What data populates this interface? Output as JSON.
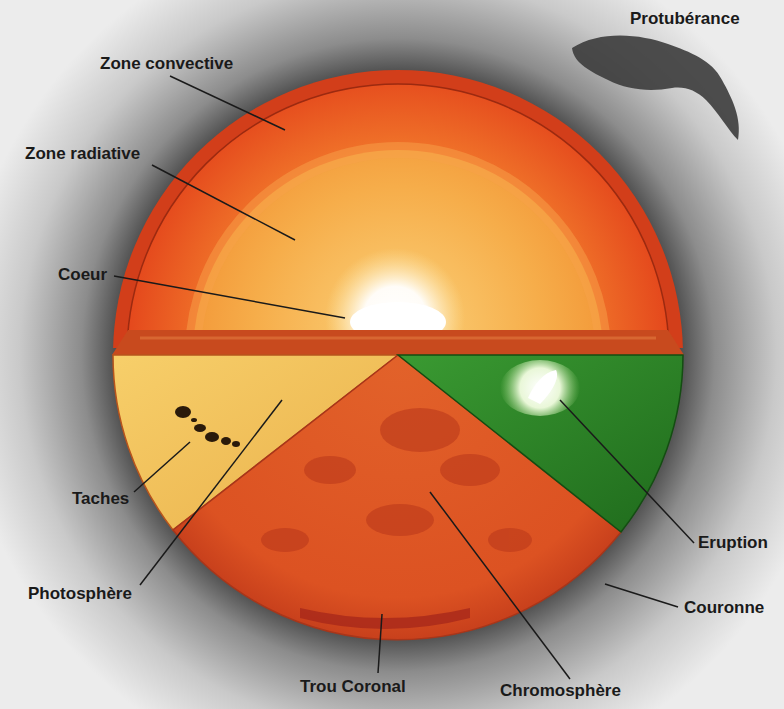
{
  "diagram": {
    "labels": [
      "Protubérance",
      "Zone convective",
      "Zone radiative",
      "Coeur",
      "Taches",
      "Photosphère",
      "Eruption",
      "Couronne",
      "Trou Coronal",
      "Chromosphère"
    ]
  }
}
